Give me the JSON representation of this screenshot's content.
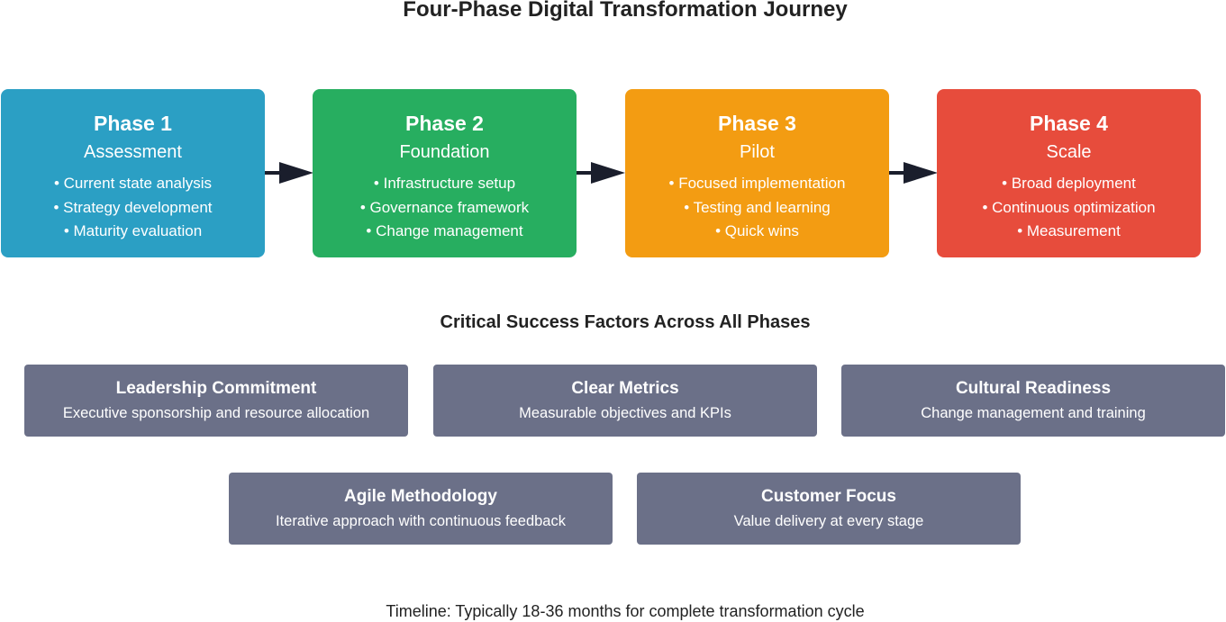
{
  "title": "Four-Phase Digital Transformation Journey",
  "colors": {
    "phase1": "#2b9fc4",
    "phase2": "#27ae60",
    "phase3": "#f39c12",
    "phase4": "#e74c3c",
    "factor_bg": "#6b7088",
    "arrow": "#1a1e2c"
  },
  "phases": [
    {
      "number": "Phase 1",
      "name": "Assessment",
      "items": [
        "• Current state analysis",
        "• Strategy development",
        "• Maturity evaluation"
      ]
    },
    {
      "number": "Phase 2",
      "name": "Foundation",
      "items": [
        "• Infrastructure setup",
        "• Governance framework",
        "• Change management"
      ]
    },
    {
      "number": "Phase 3",
      "name": "Pilot",
      "items": [
        "• Focused implementation",
        "• Testing and learning",
        "• Quick wins"
      ]
    },
    {
      "number": "Phase 4",
      "name": "Scale",
      "items": [
        "• Broad deployment",
        "• Continuous optimization",
        "• Measurement"
      ]
    }
  ],
  "success_factors": {
    "title": "Critical Success Factors Across All Phases",
    "items": [
      {
        "title": "Leadership Commitment",
        "description": "Executive sponsorship and resource allocation"
      },
      {
        "title": "Clear Metrics",
        "description": "Measurable objectives and KPIs"
      },
      {
        "title": "Cultural Readiness",
        "description": "Change management and training"
      },
      {
        "title": "Agile Methodology",
        "description": "Iterative approach with continuous feedback"
      },
      {
        "title": "Customer Focus",
        "description": "Value delivery at every stage"
      }
    ]
  },
  "timeline": "Timeline: Typically 18-36 months for complete transformation cycle"
}
